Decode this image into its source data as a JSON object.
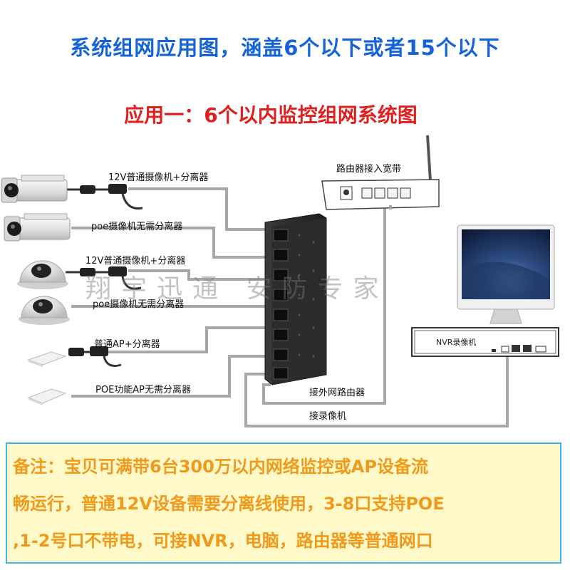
{
  "header": {
    "title": "系统组网应用图，涵盖6个以下或者15个以下",
    "subtitle": "应用一：6个以内监控组网系统图"
  },
  "devices": {
    "cam1_label": "12V普通摄像机+分离器",
    "cam2_label": "poe摄像机无需分离器",
    "cam3_label": "12V普通摄像机+分离器",
    "cam4_label": "poe摄像机无需分离器",
    "ap1_label": "普通AP+分离器",
    "ap2_label": "POE功能AP无需分离器"
  },
  "router": {
    "label": "路由器接入宽带"
  },
  "switch": {
    "external_router_label": "接外网路由器",
    "nvr_link_label": "接录像机"
  },
  "nvr": {
    "label": "NVR录像机"
  },
  "watermark": "翔宇迅通 安防专家",
  "notes": {
    "line1": "备注：宝贝可满带6台300万以内网络监控或AP设备流",
    "line2": "畅运行，普通12V设备需要分离线使用，3-8口支持POE",
    "line3": ",1-2号口不带电，可接NVR，电脑，路由器等普通网口"
  },
  "colors": {
    "title": "#1463d8",
    "subtitle": "#e01f1f",
    "notes_text": "#f09a1c",
    "notes_bg": "#fff9c9",
    "notes_border": "#3fb5e8",
    "cable": "#a8a8a8"
  }
}
